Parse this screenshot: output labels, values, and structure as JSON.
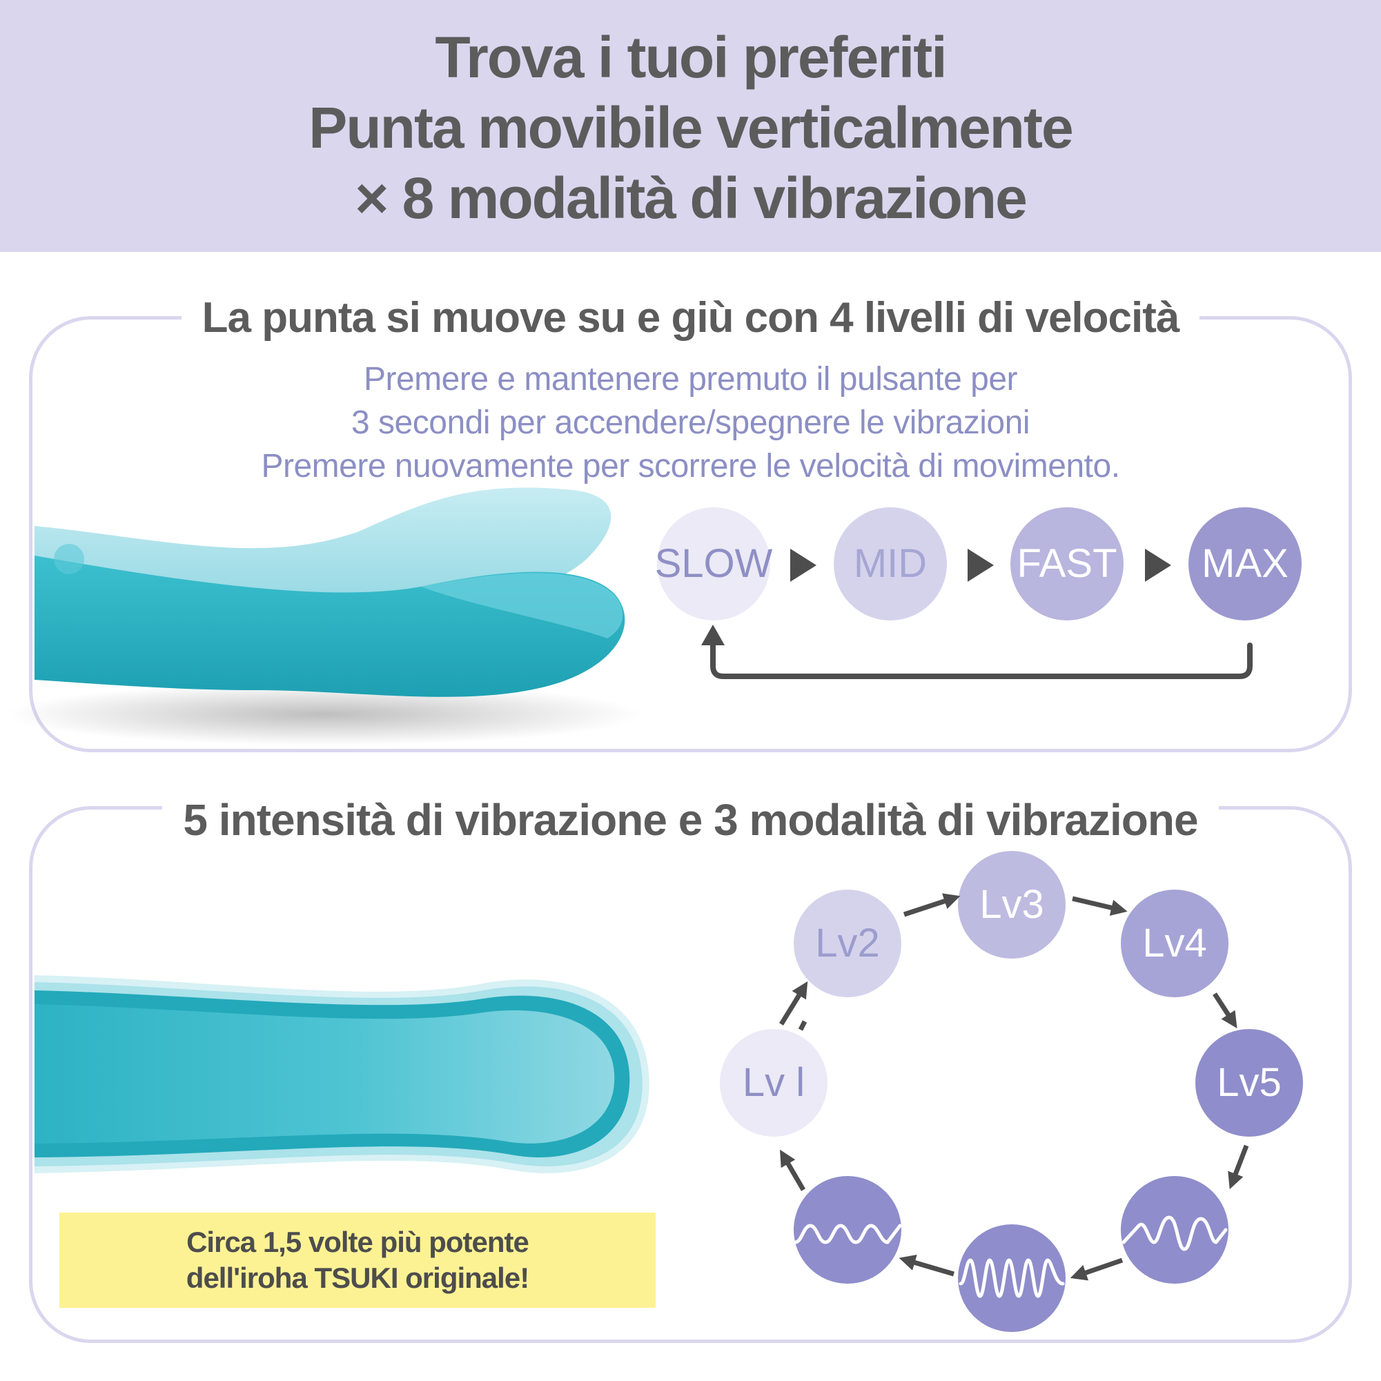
{
  "header": {
    "lines": [
      "Trova i tuoi preferiti",
      "Punta movibile verticalmente",
      "× 8 modalità di vibrazione"
    ],
    "background": "#d9d6ee",
    "text_color": "#5c5c5c"
  },
  "section1": {
    "title": "La punta si muove su e giù con 4 livelli di velocità",
    "instructions": [
      "Premere e mantenere premuto il pulsante per",
      "3 secondi per accendere/spegnere le vibrazioni",
      "Premere nuovamente per scorrere le velocità di movimento."
    ],
    "speeds": [
      "SLOW",
      "MID",
      "FAST",
      "MAX"
    ],
    "speed_colors": [
      "#ebeaf6",
      "#d5d3ec",
      "#b8b5de",
      "#9b98cf"
    ],
    "speed_text_colors": [
      "#8f8fc5",
      "#a6a6d4",
      "#ffffff",
      "#ffffff"
    ]
  },
  "section2": {
    "title": "5 intensità di vibrazione e 3 modalità di vibrazione",
    "levels": [
      "Lv l",
      "Lv2",
      "Lv3",
      "Lv4",
      "Lv5"
    ],
    "level_colors": [
      "#ebeaf6",
      "#d5d3ec",
      "#bdbbe0",
      "#a6a4d6",
      "#8f8dcb"
    ],
    "level_text_colors": [
      "#8f8fc5",
      "#9c9cce",
      "#ffffff",
      "#ffffff",
      "#ffffff"
    ],
    "mode_color": "#8f8dcb",
    "note": [
      "Circa 1,5 volte più potente",
      "dell'iroha TSUKI originale!"
    ],
    "note_background": "#fdf293"
  },
  "colors": {
    "device_teal": "#29b3c4",
    "device_teal_light": "#9adbe6",
    "arrow_dark": "#4d4d4d",
    "panel_border": "#d9d6ee"
  }
}
